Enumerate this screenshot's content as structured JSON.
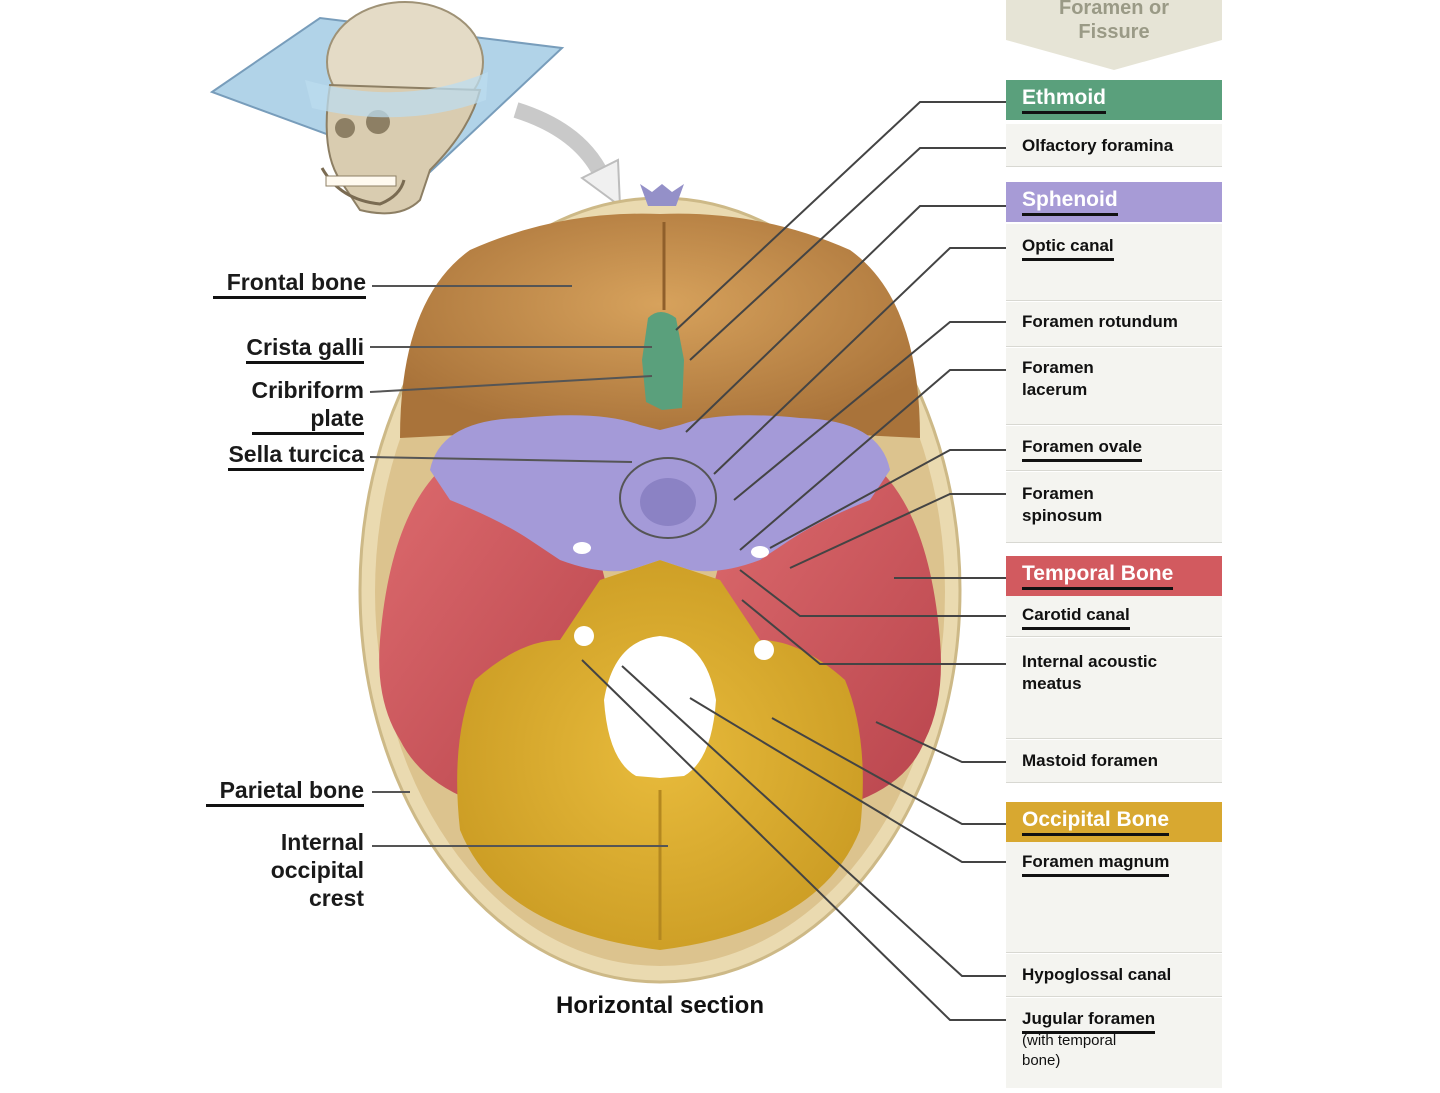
{
  "left_labels": {
    "frontal_bone": "Frontal bone",
    "crista_galli": "Crista galli",
    "cribriform_plate_1": "Cribriform",
    "cribriform_plate_2": "plate",
    "sella_turcica": "Sella turcica",
    "parietal_bone": "Parietal bone",
    "internal_occipital_crest_1": "Internal",
    "internal_occipital_crest_2": "occipital",
    "internal_occipital_crest_3": "crest"
  },
  "caption": "Horizontal section",
  "table": {
    "column_header_1": "Foramen or",
    "column_header_2": "Fissure",
    "ethmoid_header": "Ethmoid",
    "olfactory_foramina": "Olfactory foramina",
    "sphenoid_header": "Sphenoid",
    "optic_canal": "Optic canal",
    "foramen_rotundum": "Foramen rotundum",
    "foramen_lacerum_1": "Foramen",
    "foramen_lacerum_2": "lacerum",
    "foramen_ovale": "Foramen ovale",
    "foramen_spinosum_1": "Foramen",
    "foramen_spinosum_2": "spinosum",
    "temporal_header": "Temporal Bone",
    "carotid_canal": "Carotid canal",
    "internal_acoustic_1": "Internal acoustic",
    "internal_acoustic_2": "meatus",
    "mastoid_foramen": "Mastoid foramen",
    "occipital_header": "Occipital Bone",
    "foramen_magnum": "Foramen magnum",
    "hypoglossal_canal": "Hypoglossal canal",
    "jugular_foramen": "Jugular foramen",
    "jugular_note_1": "(with temporal",
    "jugular_note_2": "bone)"
  },
  "colors": {
    "ethmoid": "#5aa07c",
    "sphenoid": "#a79bd6",
    "temporal": "#d25a5f",
    "occipital": "#d8a830",
    "frontal": "#c9924e",
    "skull_rim": "#ead9b3"
  }
}
